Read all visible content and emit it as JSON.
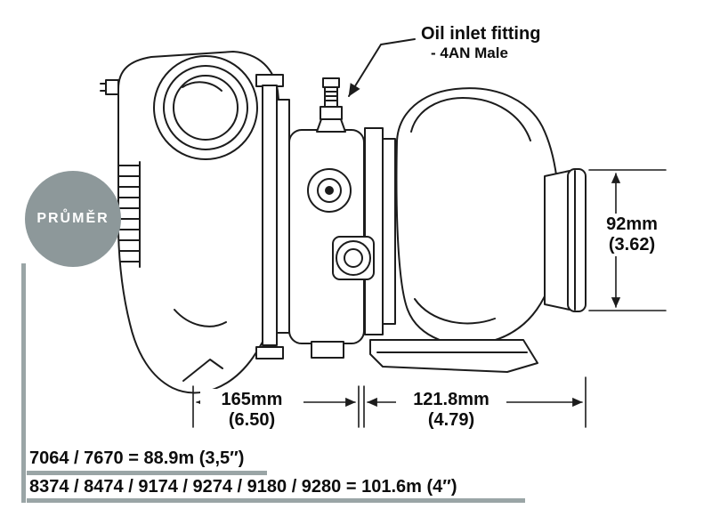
{
  "colors": {
    "badge_gray": "#8d989a",
    "bar_gray": "#9aa5a6",
    "line_color": "#1c1c1c"
  },
  "badge": {
    "label": "PRŮMĚR"
  },
  "callout": {
    "title": "Oil inlet fitting",
    "subtitle": "- 4AN Male"
  },
  "dimensions": {
    "compressor_length": {
      "mm": "165mm",
      "in": "(6.50)"
    },
    "turbine_length": {
      "mm": "121.8mm",
      "in": "(4.79)"
    },
    "outlet_diameter": {
      "mm": "92mm",
      "in": "(3.62)"
    }
  },
  "footer": {
    "lines": [
      "7064 / 7670 = 88.9m (3,5″)",
      "8374 / 8474 / 9174 / 9274 / 9180 / 9280 = 101.6m (4″)"
    ]
  }
}
